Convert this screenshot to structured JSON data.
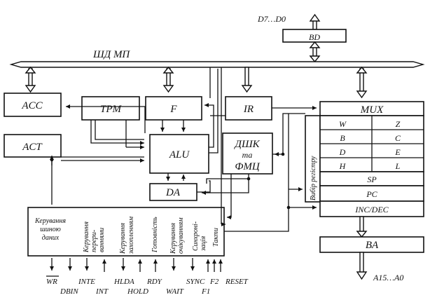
{
  "diagram": {
    "data_bus_label": "D7…D0",
    "address_bus_label": "A15…A0",
    "internal_bus_label": "ШД МП",
    "blocks": {
      "bd": "BD",
      "acc": "ACC",
      "tpm": "TPM",
      "f": "F",
      "ir": "IR",
      "act": "ACT",
      "alu": "ALU",
      "dshk_line1": "ДШК",
      "dshk_line2": "та",
      "dshk_line3": "ФМЦ",
      "da": "DA",
      "mux": "MUX",
      "reg_select": "Вибір регістру",
      "w": "W",
      "z": "Z",
      "b": "B",
      "c": "C",
      "d": "D",
      "e": "E",
      "h": "H",
      "l": "L",
      "sp": "SP",
      "pc": "PC",
      "incdec": "INC/DEC",
      "ba": "BA"
    },
    "control_sections": [
      {
        "line1": "Керування",
        "line2": "шиною",
        "line3": "даних"
      },
      {
        "line1": "Керування",
        "line2": "перери-",
        "line3": "ваннями"
      },
      {
        "line1": "Керування",
        "line2": "захопленням"
      },
      {
        "line1": "Готовність"
      },
      {
        "line1": "Керування",
        "line2": "очікуванням"
      },
      {
        "line1": "Синхроні-",
        "line2": "зація"
      },
      {
        "line1": "Такти"
      }
    ],
    "signals": {
      "wr": "WR",
      "dbin": "DBIN",
      "inte": "INTE",
      "int": "INT",
      "hlda": "HLDA",
      "hold": "HOLD",
      "rdy": "RDY",
      "wait": "WAIT",
      "sync": "SYNC",
      "f1": "F1",
      "f2": "F2",
      "reset": "RESET"
    }
  }
}
